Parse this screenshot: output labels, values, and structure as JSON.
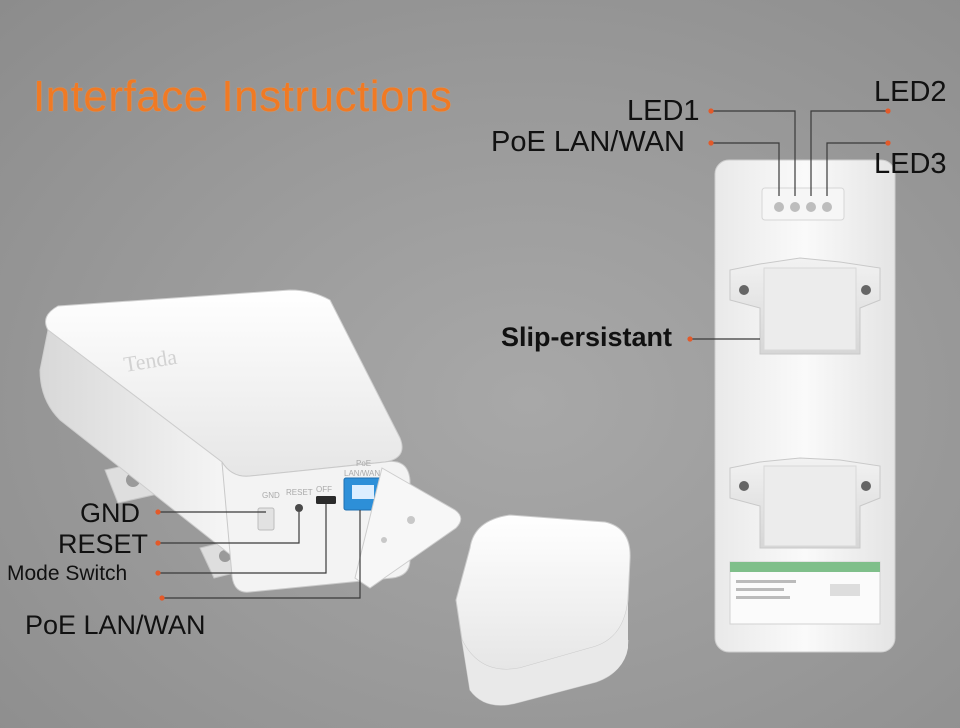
{
  "title": "Interface Instructions",
  "device_brand": "Tenda",
  "left_port_labels": {
    "gnd": "GND",
    "reset": "RESET",
    "off": "OFF",
    "lan_wan": "LAN/WAN",
    "poe": "PoE"
  },
  "callouts": {
    "led1": "LED1",
    "led2": "LED2",
    "led3": "LED3",
    "poe_lan_wan_top": "PoE LAN/WAN",
    "slip_resistant": "Slip-ersistant",
    "gnd": "GND",
    "reset": "RESET",
    "mode_switch": "Mode Switch",
    "poe_lan_wan_bottom": "PoE LAN/WAN"
  },
  "colors": {
    "title": "#f07a24",
    "leader": "#333333",
    "dot": "#e35a2a",
    "device": "#f4f4f4",
    "port": "#2d8fd8"
  }
}
